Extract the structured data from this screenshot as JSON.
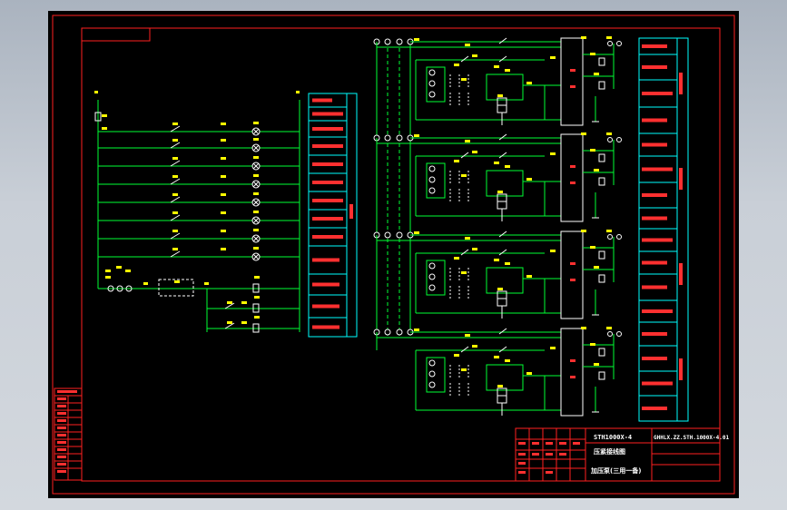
{
  "title_block": {
    "model": "STH1000X-4",
    "drawing_no": "GHHLX.ZZ.STH.1000X-4.01",
    "drawing_name": "压紧接线图",
    "sheet": "加压泵(三用一备)"
  },
  "colors": {
    "background": "#000000",
    "frame": "#ff2020",
    "wire": "#00ff33",
    "component": "#ffffff",
    "text": "#ff3030",
    "label_yellow": "#ffff00",
    "label_box": "#00ffff"
  }
}
